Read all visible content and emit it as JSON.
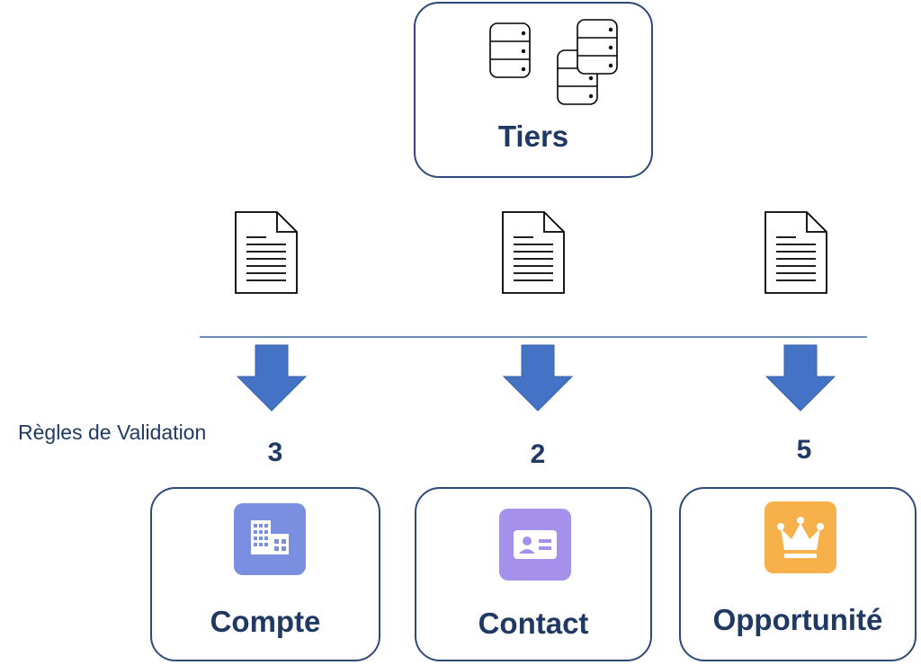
{
  "source": {
    "label": "Tiers",
    "icon": "database-stack-icon"
  },
  "caption": "Règles de Validation",
  "colors": {
    "box_border": "#2F4A7A",
    "label_text": "#1F3864",
    "arrow": "#4472C4",
    "divider": "#6E8FC4"
  },
  "objects": [
    {
      "label": "Compte",
      "rule_count": "3",
      "icon": "building-icon",
      "icon_color": "#7B8FE0"
    },
    {
      "label": "Contact",
      "rule_count": "2",
      "icon": "contact-card-icon",
      "icon_color": "#A591EC"
    },
    {
      "label": "Opportunité",
      "rule_count": "5",
      "icon": "crown-icon",
      "icon_color": "#F8B04A"
    }
  ]
}
